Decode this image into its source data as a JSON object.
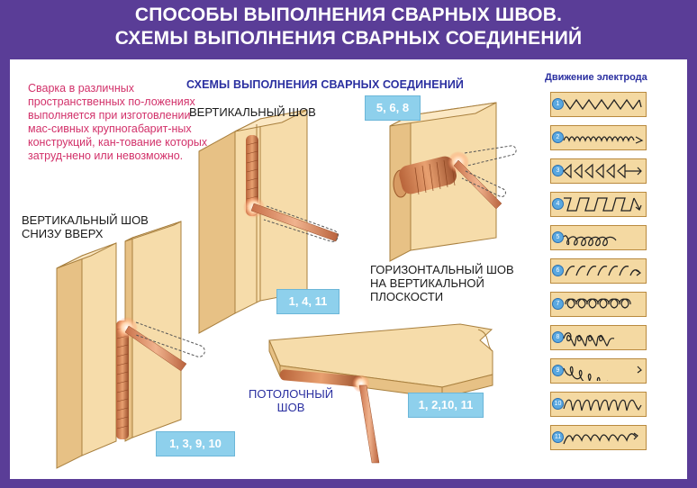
{
  "title": {
    "line1": "СПОСОБЫ ВЫПОЛНЕНИЯ СВАРНЫХ ШВОВ.",
    "line2": "СХЕМЫ ВЫПОЛНЕНИЯ СВАРНЫХ СОЕДИНЕНИЙ"
  },
  "note": "Сварка в различных пространственных по-ложениях выполняется при изготовлении мас-сивных крупногабарит-ных конструкций, кан-тование которых затруд-нено или невозможно.",
  "schemes_heading": "СХЕМЫ ВЫПОЛНЕНИЯ СВАРНЫХ СОЕДИНЕНИЙ",
  "labels": {
    "vertical": "ВЕРТИКАЛЬНЫЙ ШОВ",
    "vertical_bottom_up_line1": "ВЕРТИКАЛЬНЫЙ ШОВ",
    "vertical_bottom_up_line2": "СНИЗУ ВВЕРХ",
    "horizontal_line1": "ГОРИЗОНТАЛЬНЫЙ ШОВ",
    "horizontal_line2": "НА ВЕРТИКАЛЬНОЙ",
    "horizontal_line3": "ПЛОСКОСТИ",
    "overhead_line1": "ПОТОЛОЧНЫЙ",
    "overhead_line2": "ШОВ"
  },
  "badges": {
    "vertical": "1, 4, 11",
    "horizontal": "5, 6, 8",
    "bottom_up": "1, 3, 9, 10",
    "overhead": "1, 2,10, 11"
  },
  "electrode_motion": {
    "title": "Движение электрода",
    "patterns": [
      "1",
      "2",
      "3",
      "4",
      "5",
      "6",
      "7",
      "8",
      "9",
      "10",
      "11"
    ]
  },
  "colors": {
    "background": "#5a3d97",
    "wood": "#f4d9a2",
    "badge": "#8ed0ec",
    "note": "#d2316a",
    "heading": "#2a2fa0"
  }
}
